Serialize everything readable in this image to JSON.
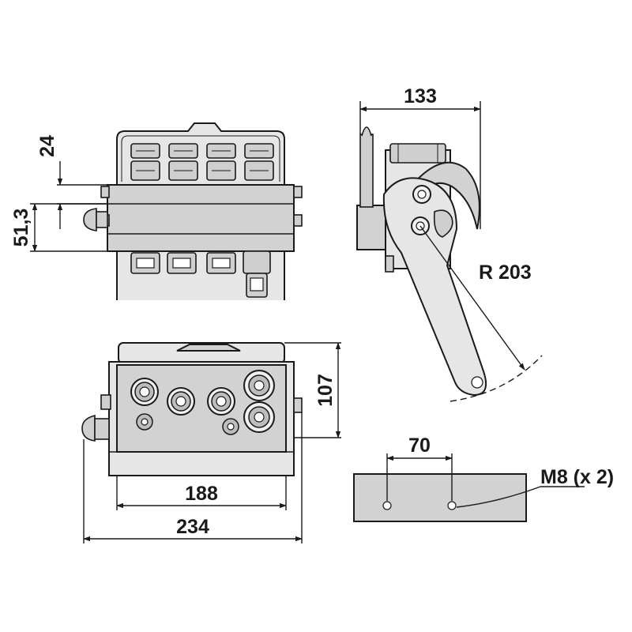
{
  "dimensions": {
    "top_height": "24",
    "top_offset": "51,3",
    "depth": "133",
    "radius": "R 203",
    "front_height": "107",
    "inner_width": "188",
    "outer_width": "234",
    "hole_spacing": "70",
    "thread": "M8 (x 2)"
  },
  "colors": {
    "ink": "#1a1a1a",
    "body": "#e6e6e6",
    "shade": "#d2d2d2"
  }
}
